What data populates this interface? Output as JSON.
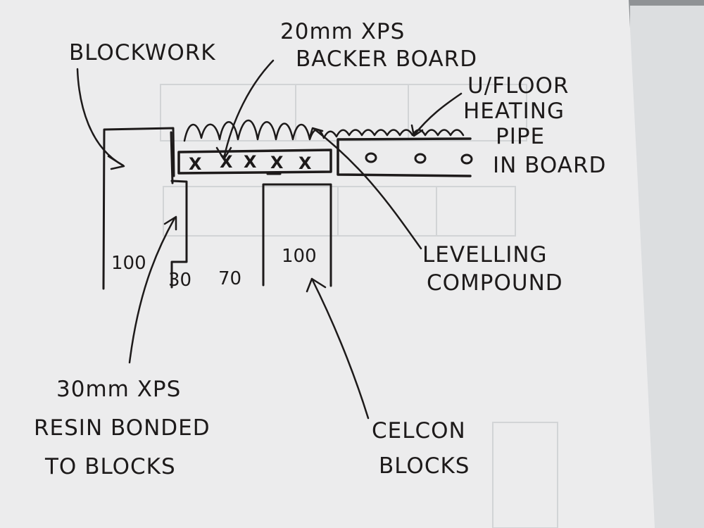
{
  "labels": {
    "blockwork": "BLOCKWORK",
    "xps_20_line1": "20mm XPS",
    "xps_20_line2": "BACKER BOARD",
    "ufh_line1": "U/FLOOR",
    "ufh_line2": "HEATING",
    "ufh_line3": "PIPE",
    "ufh_line4": "IN BOARD",
    "levelling_line1": "LEVELLING",
    "levelling_line2": "COMPOUND",
    "xps_30_line1": "30mm XPS",
    "xps_30_line2": "RESIN BONDED",
    "xps_30_line3": "TO BLOCKS",
    "celcon_line1": "CELCON",
    "celcon_line2": "BLOCKS"
  },
  "dimensions": {
    "blockwork": "100",
    "xps_gap": "30",
    "cavity": "70",
    "celcon": "100"
  },
  "symbols": {
    "backer_board_mark": "X",
    "heating_pipe_mark": "O"
  },
  "colors": {
    "ink": "#1d1a1a",
    "paper": "#ececed",
    "faint": "#cfd1d3"
  }
}
